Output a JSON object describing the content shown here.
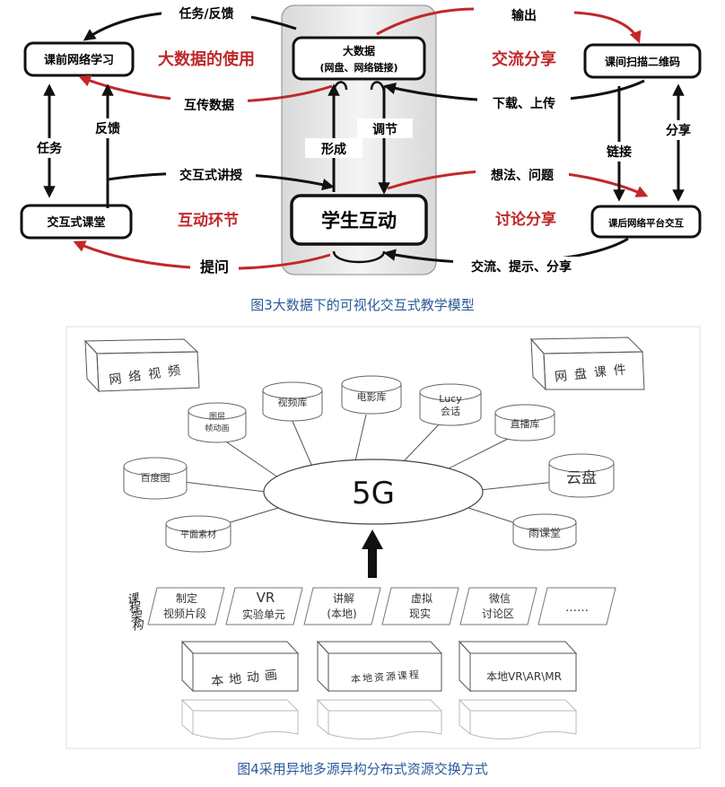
{
  "fig3": {
    "caption": "图3大数据下的可视化交互式教学模型",
    "box_left_top": "课前网络学习",
    "box_left_bottom": "交互式课堂",
    "box_center_top_l1": "大数据",
    "box_center_top_l2": "(网盘、网络链接)",
    "box_center_bottom": "学生互动",
    "box_right_top": "课间扫描二维码",
    "box_right_bottom": "课后网络平台交互",
    "red_big_data_use": "大数据的使用",
    "red_interaction": "互动环节",
    "red_share": "交流分享",
    "red_discuss": "讨论分享",
    "lbl_task_feedback": "任务/反馈",
    "lbl_mutual_data": "互传数据",
    "lbl_interactive_teach": "交互式讲授",
    "lbl_question": "提问",
    "lbl_task": "任务",
    "lbl_feedback": "反馈",
    "lbl_form": "形成",
    "lbl_adjust": "调节",
    "lbl_output": "输出",
    "lbl_download_upload": "下载、上传",
    "lbl_ideas": "想法、问题",
    "lbl_exchange": "交流、提示、分享",
    "lbl_link": "链接",
    "lbl_share": "分享"
  },
  "fig4": {
    "caption": "图4采用异地多源异构分布式资源交换方式",
    "center": "5G",
    "box_online_video": "网络视频",
    "box_cloud_course": "网盘课件",
    "nodes": {
      "video_lib": "视频库",
      "movie_lib": "电影库",
      "lucy_1": "Lucy",
      "lucy_2": "会话",
      "live_lib": "直播库",
      "layer_1": "图层",
      "layer_2": "帧动画",
      "baidu": "百度图",
      "cloud_disk": "云盘",
      "flat_material": "平面素材",
      "rain_class": "雨课堂"
    },
    "course_label": "课程架构",
    "arch": {
      "a1_1": "制定",
      "a1_2": "视频片段",
      "a2_1": "VR",
      "a2_2": "实验单元",
      "a3_1": "讲解",
      "a3_2": "(本地)",
      "a4_1": "虚拟",
      "a4_2": "现实",
      "a5_1": "微信",
      "a5_2": "讨论区",
      "a6": "……"
    },
    "local": {
      "l1": "本地动画",
      "l2": "本地资源课程",
      "l3": "本地VR\\AR\\MR"
    }
  }
}
